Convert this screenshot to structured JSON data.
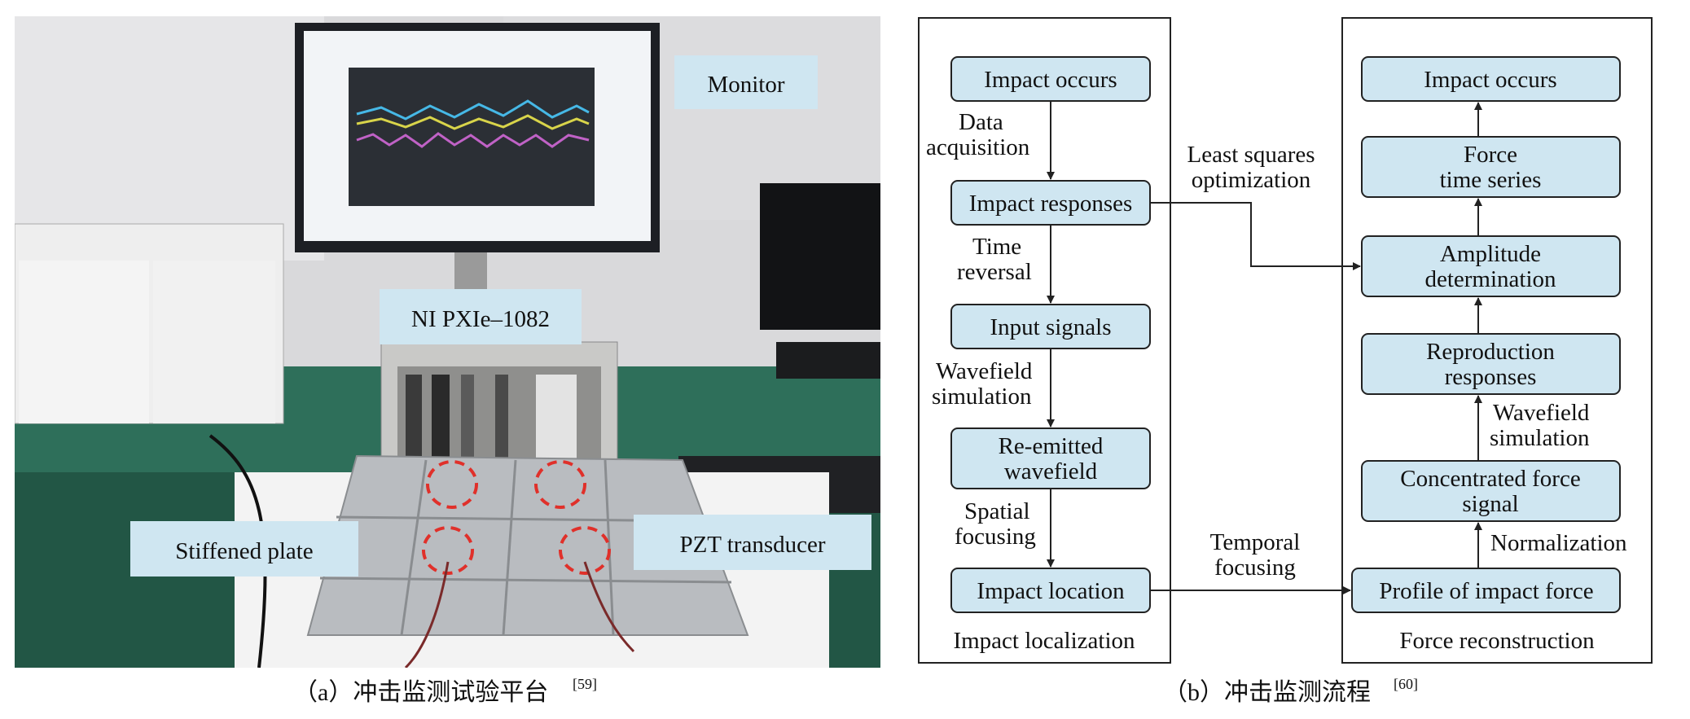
{
  "photo": {
    "labels": {
      "monitor": "Monitor",
      "ni": "NI PXIe–1082",
      "plate": "Stiffened plate",
      "pzt": "PZT transducer"
    }
  },
  "left_flow": {
    "boxes": [
      "Impact occurs",
      "Impact responses",
      "Input signals",
      "Re-emitted",
      "wavefield",
      "Impact location"
    ],
    "edges": [
      {
        "l1": "Data",
        "l2": "acquisition"
      },
      {
        "l1": "Time",
        "l2": "reversal"
      },
      {
        "l1": "Wavefield",
        "l2": "simulation"
      },
      {
        "l1": "Spatial",
        "l2": "focusing"
      }
    ],
    "title": "Impact localization"
  },
  "right_flow": {
    "boxes": {
      "b1": "Impact occurs",
      "b2a": "Force",
      "b2b": "time series",
      "b3a": "Amplitude",
      "b3b": "determination",
      "b4a": "Reproduction",
      "b4b": "responses",
      "b5a": "Concentrated force",
      "b5b": "signal",
      "b6": "Profile of impact force"
    },
    "edges": {
      "ws1": "Wavefield",
      "ws2": "simulation",
      "norm": "Normalization"
    },
    "title": "Force reconstruction"
  },
  "cross": {
    "lsq1": "Least squares",
    "lsq2": "optimization",
    "tf1": "Temporal",
    "tf2": "focusing"
  },
  "captions": {
    "a": "（a）冲击监测试验平台",
    "a_ref": "[59]",
    "b": "（b）冲击监测流程",
    "b_ref": "[60]"
  }
}
